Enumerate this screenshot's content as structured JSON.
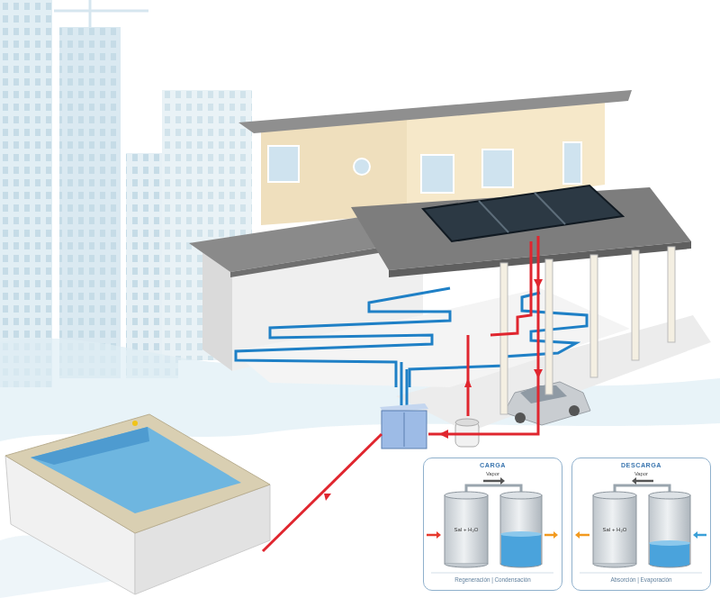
{
  "diagram": {
    "nodes": [
      {
        "text": [
          "CARGA",
          "Regeneración | Condensación"
        ]
      },
      {
        "text": [
          "Sal + H₂O"
        ],
        "in": 0
      },
      {
        "text": [
          "DESCARGA",
          "Absorción | Evaporación"
        ]
      },
      {
        "text": [
          "Sal + H₂O"
        ],
        "in": 2
      }
    ],
    "labels": [
      "Vapor",
      "Vapor"
    ]
  }
}
